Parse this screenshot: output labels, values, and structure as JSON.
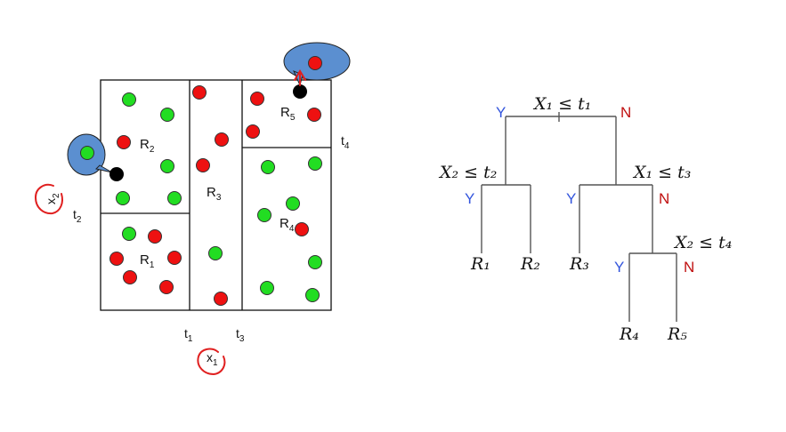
{
  "partition": {
    "regions": [
      {
        "label": "R",
        "sub": "1"
      },
      {
        "label": "R",
        "sub": "2"
      },
      {
        "label": "R",
        "sub": "3"
      },
      {
        "label": "R",
        "sub": "4"
      },
      {
        "label": "R",
        "sub": "5"
      }
    ],
    "thresholds": {
      "t1": {
        "label": "t",
        "sub": "1"
      },
      "t2": {
        "label": "t",
        "sub": "2"
      },
      "t3": {
        "label": "t",
        "sub": "3"
      },
      "t4": {
        "label": "t",
        "sub": "4"
      }
    },
    "axes": {
      "x": {
        "label": "x",
        "sub": "1"
      },
      "y": {
        "label": "x",
        "sub": "2"
      }
    },
    "point_colors": {
      "green": "#22dd22",
      "red": "#ee1111",
      "query": "#000000"
    },
    "callout_color": "#5b8fd0",
    "annotation_color": "#e02020"
  },
  "tree": {
    "root": {
      "label": "X₁ ≤ t₁",
      "yes": "Y",
      "no": "N"
    },
    "left_split": {
      "label": "X₂ ≤ t₂",
      "yes": "Y"
    },
    "right_split": {
      "label": "X₁ ≤ t₃",
      "yes": "Y",
      "no": "N"
    },
    "deep_split": {
      "label": "X₂ ≤ t₄",
      "yes": "Y",
      "no": "N"
    },
    "leaves": [
      "R₁",
      "R₂",
      "R₃",
      "R₄",
      "R₅"
    ],
    "yes_color": "#3355dd",
    "no_color": "#c01010"
  }
}
